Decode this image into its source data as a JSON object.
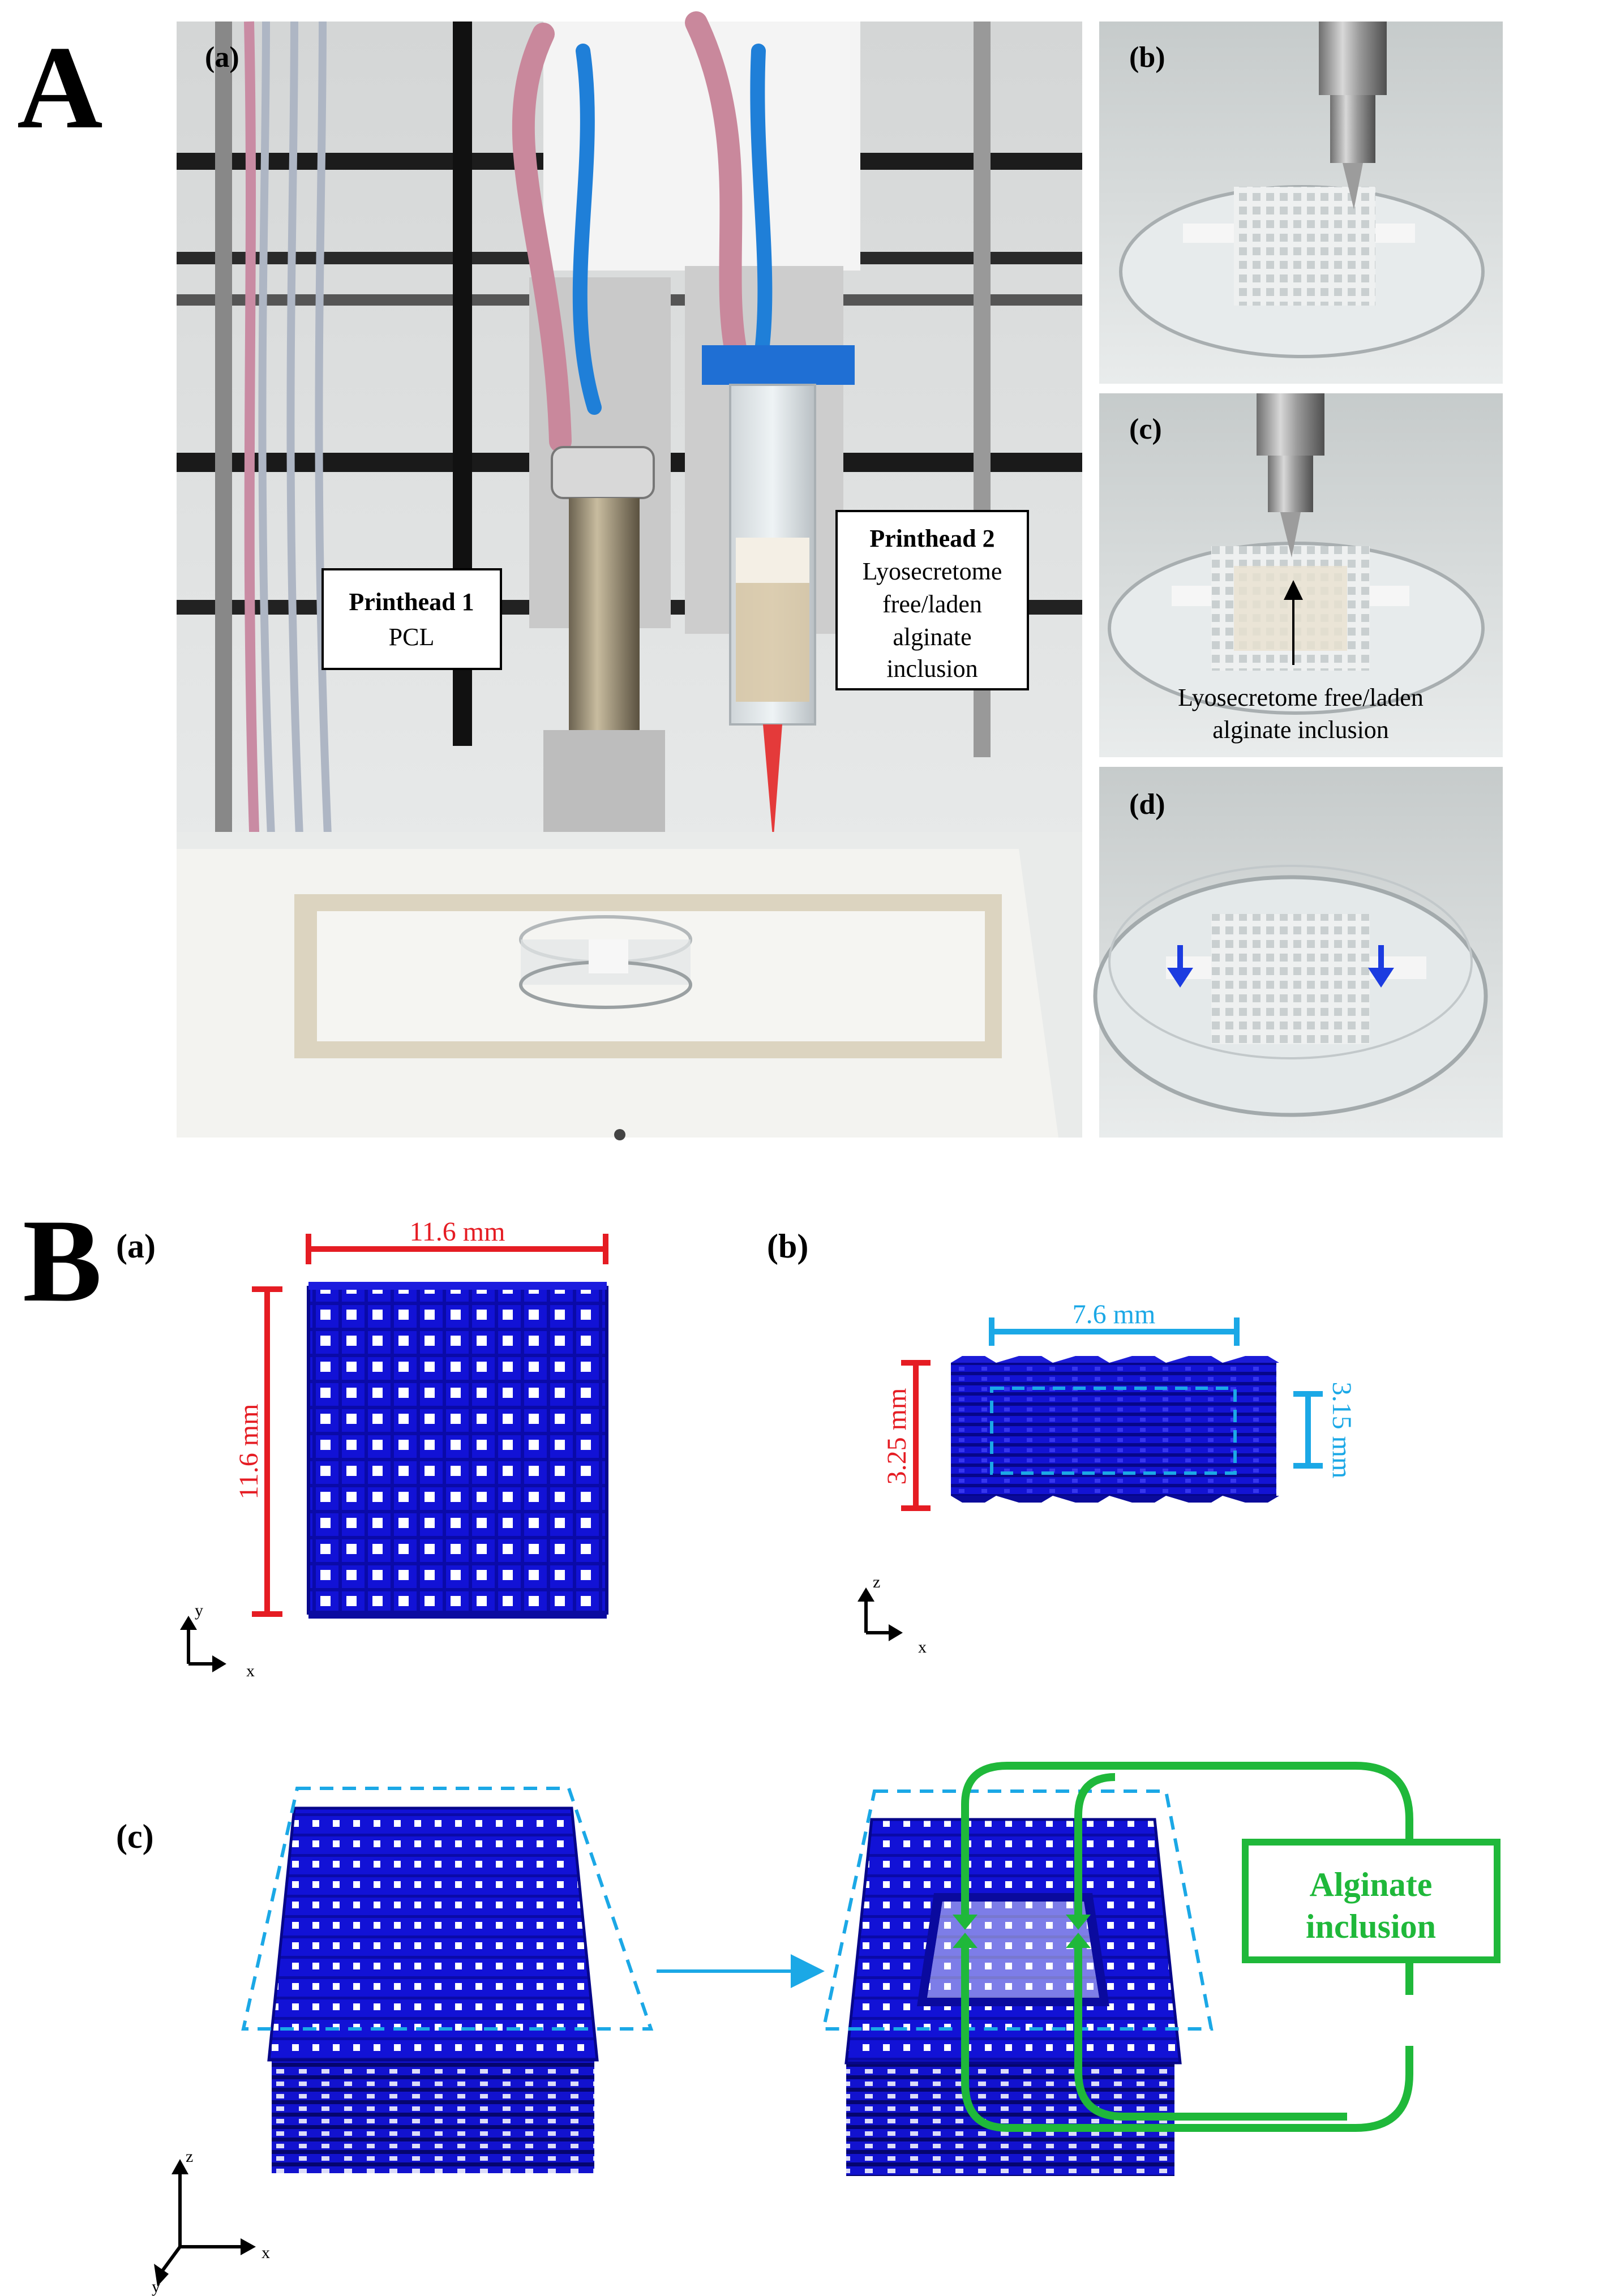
{
  "panel_A": {
    "letter": "A",
    "photo_a": {
      "label": "(a)"
    },
    "photo_b": {
      "label": "(b)"
    },
    "photo_c": {
      "label": "(c)",
      "annotation_line1": "Lyosecretome free/laden",
      "annotation_line2": "alginate inclusion"
    },
    "photo_d": {
      "label": "(d)"
    },
    "printhead1": {
      "title": "Printhead 1",
      "material": "PCL"
    },
    "printhead2": {
      "title": "Printhead 2",
      "line1": "Lyosecretome",
      "line2": "free/laden",
      "line3": "alginate",
      "line4": "inclusion"
    }
  },
  "panel_B": {
    "letter": "B",
    "sub_a": {
      "label": "(a)",
      "width_label": "11.6 mm",
      "height_label": "11.6 mm",
      "axis_y": "y",
      "axis_x": "x"
    },
    "sub_b": {
      "label": "(b)",
      "width_label": "7.6 mm",
      "outer_height_label": "3.25 mm",
      "inner_height_label": "3.15 mm",
      "axis_z": "z",
      "axis_x": "x"
    },
    "sub_c": {
      "label": "(c)",
      "inclusion_line1": "Alginate",
      "inclusion_line2": "inclusion",
      "axis_z": "z",
      "axis_x": "x",
      "axis_y": "y"
    }
  },
  "colors": {
    "scaffold": "#1010d0",
    "scaffold_dark": "#06068a",
    "red_dim": "#e51c23",
    "cyan_dim": "#1ba8e6",
    "green": "#1fb83a",
    "arrow_blue": "#1c3ce0"
  }
}
